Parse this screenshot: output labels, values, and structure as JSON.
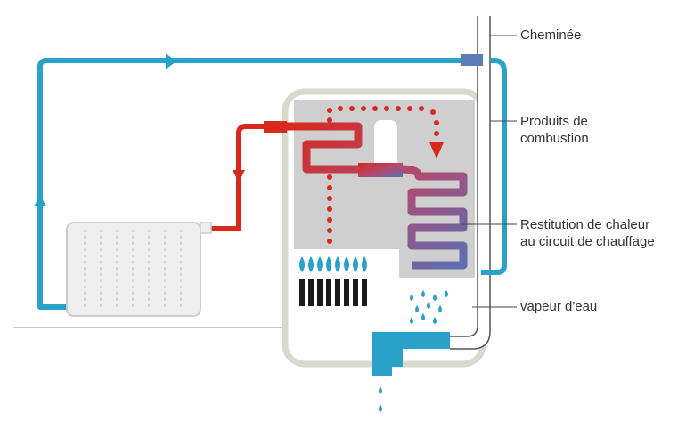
{
  "labels": {
    "chimney": "Cheminée",
    "combustion_line1": "Produits de",
    "combustion_line2": "combustion",
    "restitution_line1": "Restitution de chaleur",
    "restitution_line2": "au circuit de chauffage",
    "vapor": "vapeur d'eau"
  },
  "colors": {
    "cold_water": "#2aa1c9",
    "hot_water": "#d8291d",
    "boiler_frame": "#d9d9cc",
    "chamber": "#cfcfcf",
    "flame": "#2aa1c9",
    "burner": "#1a1a1a",
    "radiator": "#eeeeee",
    "label_text": "#333333",
    "leader_line": "#444444"
  },
  "icons": {
    "flames": "flame-icon",
    "droplets": "water-droplet-icon",
    "flow_arrows": "arrowhead-icon"
  }
}
